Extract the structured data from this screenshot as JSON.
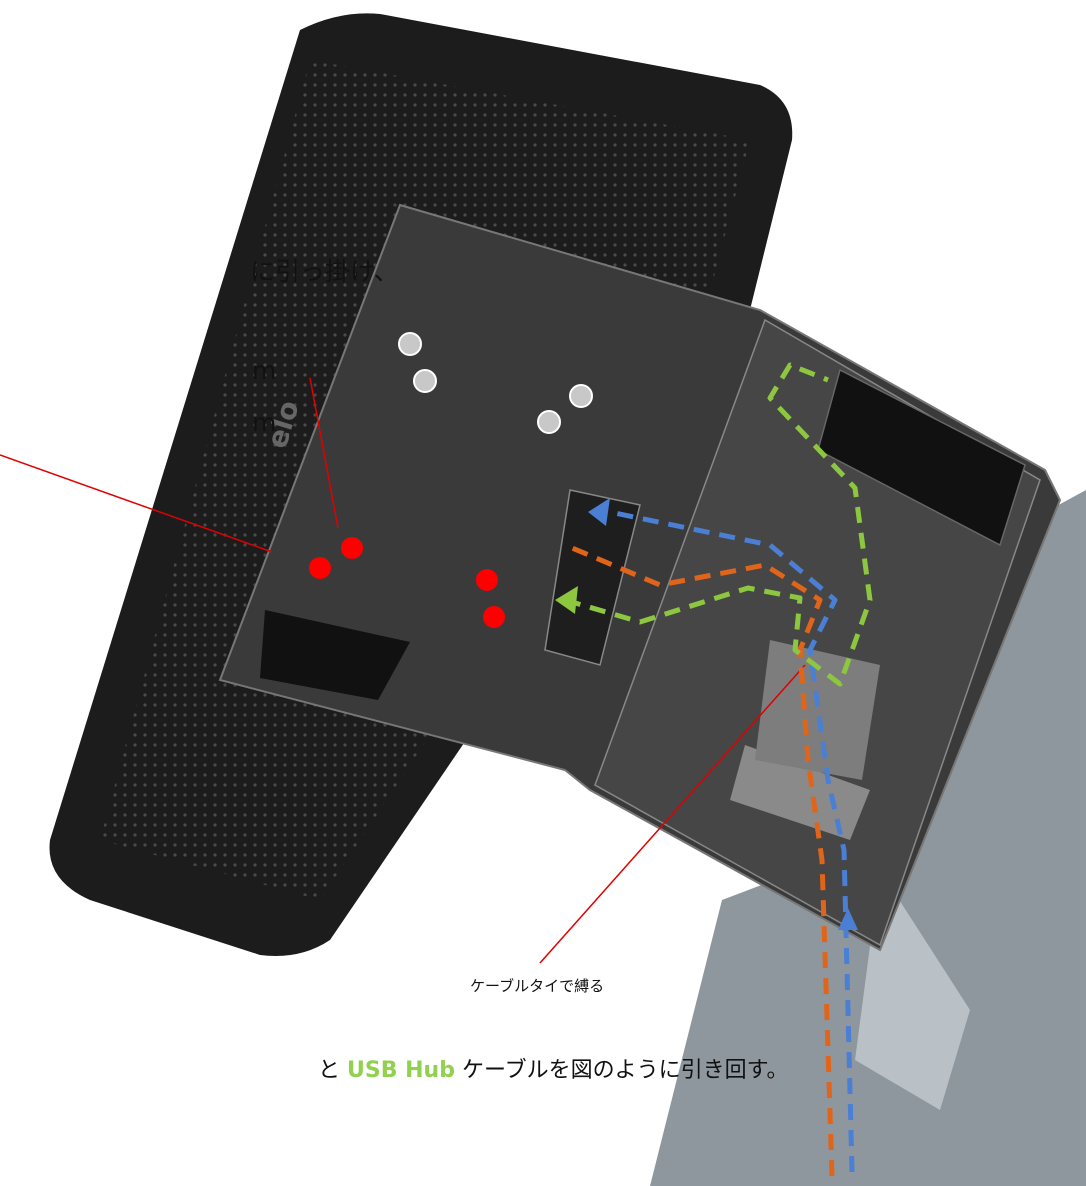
{
  "labels": {
    "hang_text": "に引っ掛け、",
    "m_line1": "m",
    "m_line2": "m",
    "cable_tie": "ケーブルタイで縛る",
    "route_prefix": "と ",
    "route_usb": "USB Hub",
    "route_suffix": " ケーブルを図のように引き回す。"
  },
  "colors": {
    "monitor_body": "#1c1c1c",
    "bracket_plate": "#3a3a3a",
    "stand": "#8e979e",
    "screw_marker_red": "#ff0000",
    "screw_marker_gray": "#c8c8c8",
    "cable_orange": "#e0651b",
    "cable_blue": "#4a7fd4",
    "cable_green": "#8dc63f",
    "leader_line": "#e00000"
  },
  "icons": [
    "elo-logo-icon",
    "up-arrow-icon",
    "left-arrow-icon"
  ]
}
